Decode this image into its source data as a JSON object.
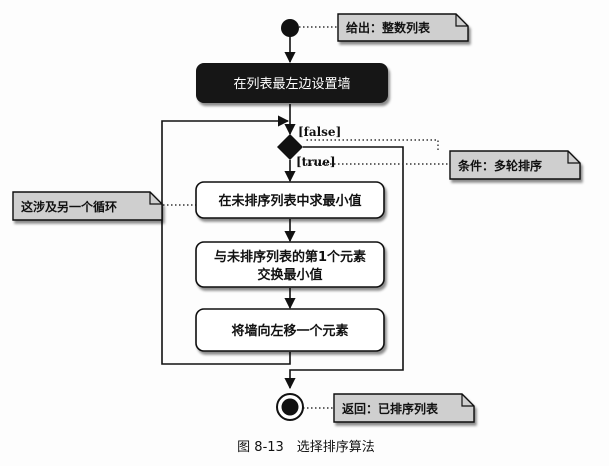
{
  "diagram": {
    "nodes": {
      "set_wall": "在列表最左边设置墙",
      "find_min": "在未排序列表中求最小值",
      "swap_line1": "与未排序列表的第1个元素",
      "swap_line2": "交换最小值",
      "move_wall": "将墙向左移一个元素"
    },
    "guards": {
      "false": "[false]",
      "true": "[true]"
    },
    "notes": {
      "output": "给出：整数列表",
      "condition": "条件：多轮排序",
      "inner_loop": "这涉及另一个循环",
      "return": "返回：已排序列表"
    },
    "caption": "图 8-13　选择排序算法",
    "colors": {
      "dark_node": "#141414",
      "note_fill": "#cfcfcf",
      "line": "#111111"
    }
  }
}
